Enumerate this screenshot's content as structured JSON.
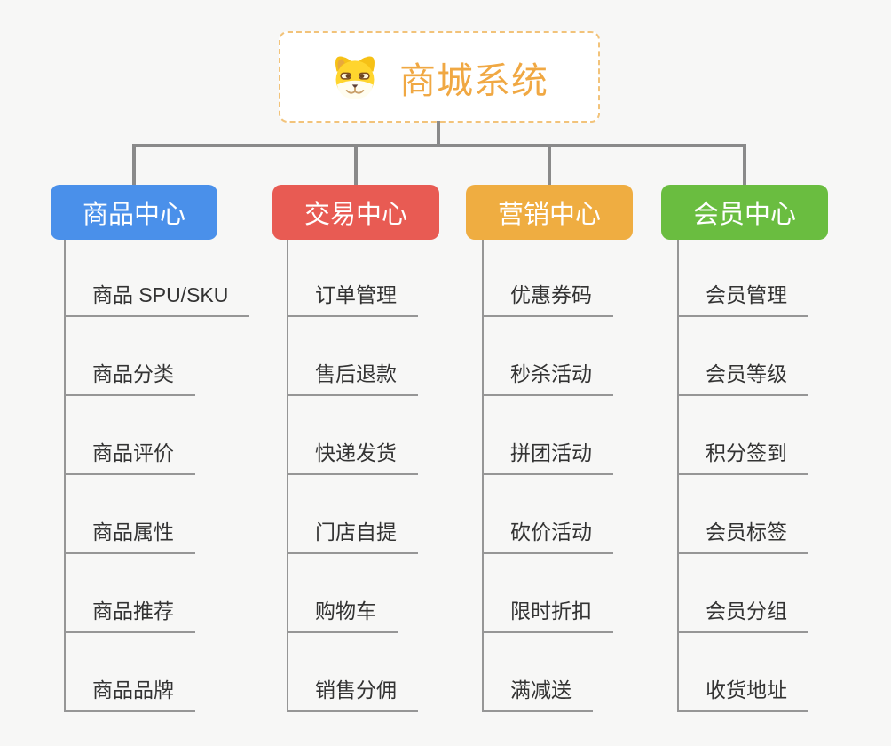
{
  "root": {
    "title": "商城系统",
    "icon": "doge-icon",
    "accent_color": "#f0a843",
    "border_color": "#f2c37a"
  },
  "connector_color": "#8a8a8a",
  "child_line_color": "#969696",
  "branches": [
    {
      "label": "商品中心",
      "color": "#4a90ea",
      "items": [
        "商品 SPU/SKU",
        "商品分类",
        "商品评价",
        "商品属性",
        "商品推荐",
        "商品品牌"
      ]
    },
    {
      "label": "交易中心",
      "color": "#e85b53",
      "items": [
        "订单管理",
        "售后退款",
        "快递发货",
        "门店自提",
        "购物车",
        "销售分佣"
      ]
    },
    {
      "label": "营销中心",
      "color": "#efad41",
      "items": [
        "优惠券码",
        "秒杀活动",
        "拼团活动",
        "砍价活动",
        "限时折扣",
        "满减送"
      ]
    },
    {
      "label": "会员中心",
      "color": "#6abd40",
      "items": [
        "会员管理",
        "会员等级",
        "积分签到",
        "会员标签",
        "会员分组",
        "收货地址"
      ]
    }
  ]
}
